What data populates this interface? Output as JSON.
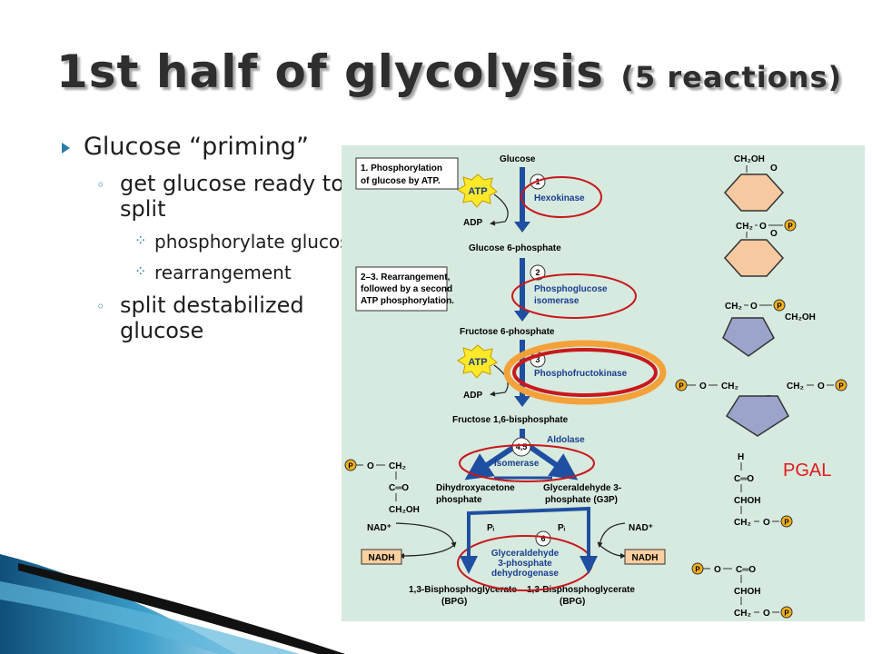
{
  "slide": {
    "title_main": "1st half of glycolysis",
    "title_paren": "(5 reactions)"
  },
  "bullets": [
    {
      "level": 1,
      "text": "Glucose “priming”"
    },
    {
      "level": 2,
      "text": "get glucose ready to split"
    },
    {
      "level": 3,
      "text": "phosphorylate glucose"
    },
    {
      "level": 3,
      "text": "rearrangement"
    },
    {
      "level": 2,
      "text": "split destabilized glucose"
    }
  ],
  "diagram": {
    "step1_box": [
      "1. Phosphorylation",
      "of glucose by ATP."
    ],
    "step23_box": [
      "2–3. Rearrangement,",
      "followed by a second",
      "ATP phosphorylation."
    ],
    "atp_label": "ATP",
    "adp_label": "ADP",
    "metabolites": {
      "glucose": "Glucose",
      "g6p": "Glucose 6-phosphate",
      "f6p": "Fructose 6-phosphate",
      "f16bp": "Fructose 1,6-bisphosphate",
      "dhap": [
        "Dihydroxyacetone",
        "phosphate"
      ],
      "g3p": [
        "Glyceraldehyde 3-",
        "phosphate (G3P)"
      ],
      "bpg_left": [
        "1,3-Bisphosphoglycerate",
        "(BPG)"
      ],
      "bpg_right": [
        "1,3-Bisphosphoglycerate",
        "(BPG)"
      ]
    },
    "enzymes": {
      "hexokinase": "Hexokinase",
      "pgi": [
        "Phosphoglucose",
        "isomerase"
      ],
      "pfk": "Phosphofructokinase",
      "aldolase": "Aldolase",
      "isomerase": "Isomerase",
      "g3pdh": [
        "Glyceraldehyde",
        "3-phosphate",
        "dehydrogenase"
      ]
    },
    "step_numbers": [
      "1",
      "2",
      "3",
      "4,5",
      "6"
    ],
    "cofactors": {
      "nad": "NAD⁺",
      "nadh": "NADH",
      "pi": "Pᵢ"
    },
    "structures": {
      "ch2oh": "CH₂OH",
      "ch2": "CH₂",
      "o": "O",
      "p": "P",
      "h": "H",
      "c_eq_o": "C═O",
      "chohh": "CHOH",
      "c": "C"
    },
    "pgal_label": "PGAL",
    "colors": {
      "panel": "#d7eadf",
      "arrow_blue": "#1f4fa0",
      "enzyme_text": "#1a3e8f",
      "highlight_red": "#c8181c",
      "highlight_orange": "#f5a13a",
      "pyranose_fill": "#f7c9a1",
      "furanose_fill": "#9ca4cc",
      "phosphate_fill": "#f2b01b",
      "atp_fill": "#ffe928",
      "nadh_fill": "#fccf9f",
      "pgal_text": "#e01b1b"
    }
  }
}
